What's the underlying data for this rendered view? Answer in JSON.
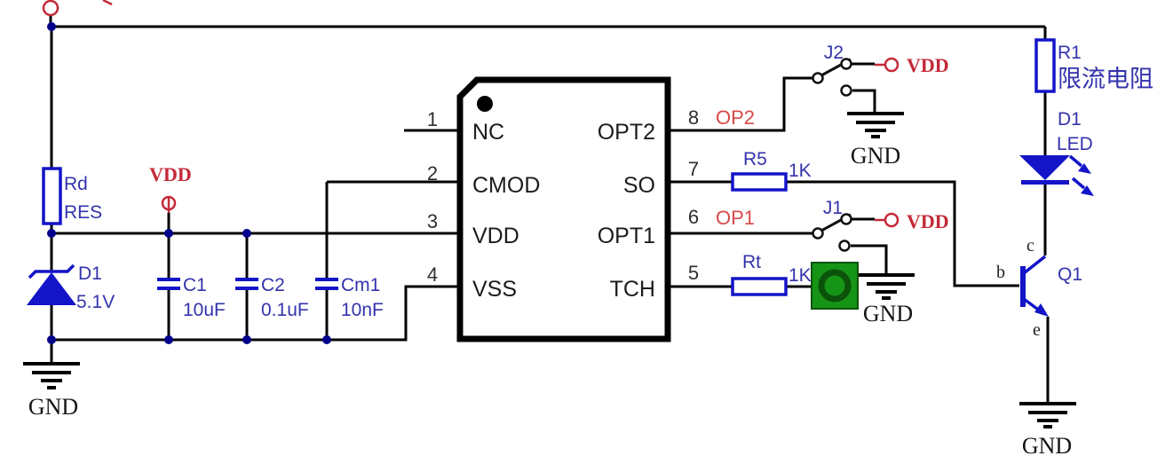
{
  "diagram_type": "touch-key IC application circuit schematic",
  "colors": {
    "wire": "#000000",
    "component_blue": "#1414c8",
    "label_blue": "#3333ad",
    "power_red": "#c42a38",
    "option_red": "#d84848",
    "junction_navy": "#00008b",
    "pad_green": "#169416",
    "pad_ring_green": "#0b520b",
    "ic_text": "#1c1c1c"
  },
  "ic": {
    "left_pins": [
      {
        "num": "1",
        "name": "NC"
      },
      {
        "num": "2",
        "name": "CMOD"
      },
      {
        "num": "3",
        "name": "VDD"
      },
      {
        "num": "4",
        "name": "VSS"
      }
    ],
    "right_pins": [
      {
        "num": "8",
        "name": "OPT2"
      },
      {
        "num": "7",
        "name": "SO"
      },
      {
        "num": "6",
        "name": "OPT1"
      },
      {
        "num": "5",
        "name": "TCH"
      }
    ]
  },
  "components": {
    "rd": {
      "ref": "Rd",
      "value": "RES"
    },
    "zener": {
      "ref": "D1",
      "value": "5.1V"
    },
    "c1": {
      "ref": "C1",
      "value": "10uF"
    },
    "c2": {
      "ref": "C2",
      "value": "0.1uF"
    },
    "cm1": {
      "ref": "Cm1",
      "value": "10nF"
    },
    "r5": {
      "ref": "R5",
      "value": "1K"
    },
    "rt": {
      "ref": "Rt",
      "value": "1K"
    },
    "j2": {
      "ref": "J2"
    },
    "j1": {
      "ref": "J1"
    },
    "r1": {
      "ref": "R1",
      "value": "限流电阻"
    },
    "led": {
      "ref": "D1",
      "value": "LED"
    },
    "q1": {
      "ref": "Q1",
      "b": "b",
      "c": "c",
      "e": "e"
    }
  },
  "nets": {
    "vdd": "VDD",
    "gnd": "GND",
    "op2": "OP2",
    "op1": "OP1"
  }
}
